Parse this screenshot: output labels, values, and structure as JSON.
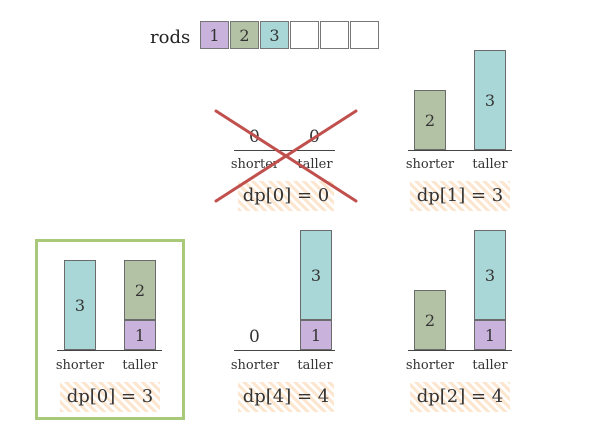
{
  "rods": {
    "label": "rods",
    "cells": [
      "1",
      "2",
      "3",
      "",
      "",
      ""
    ]
  },
  "axis": {
    "shorter": "shorter",
    "taller": "taller"
  },
  "panels": {
    "p0": {
      "shorter_zero": "0",
      "taller_zero": "0",
      "caption": "dp[0] = 0",
      "crossed": true
    },
    "p1": {
      "shorter_bar": "2",
      "taller_bar": "3",
      "caption": "dp[1] = 3"
    },
    "p_result": {
      "shorter_bar": "3",
      "taller_top": "2",
      "taller_bottom": "1",
      "caption": "dp[0] = 3",
      "selected": true
    },
    "p4": {
      "shorter_zero": "0",
      "taller_top": "3",
      "taller_bottom": "1",
      "caption": "dp[4] = 4"
    },
    "p2": {
      "shorter_bar": "2",
      "taller_top": "3",
      "taller_bottom": "1",
      "caption": "dp[2] = 4"
    }
  },
  "colors": {
    "rod1": "#c9b3dc",
    "rod2": "#b3c1a4",
    "rod3": "#a9d6d6",
    "cross": "#c0504d",
    "highlight": "#a8c97a",
    "stripe": "#fde6cf"
  }
}
